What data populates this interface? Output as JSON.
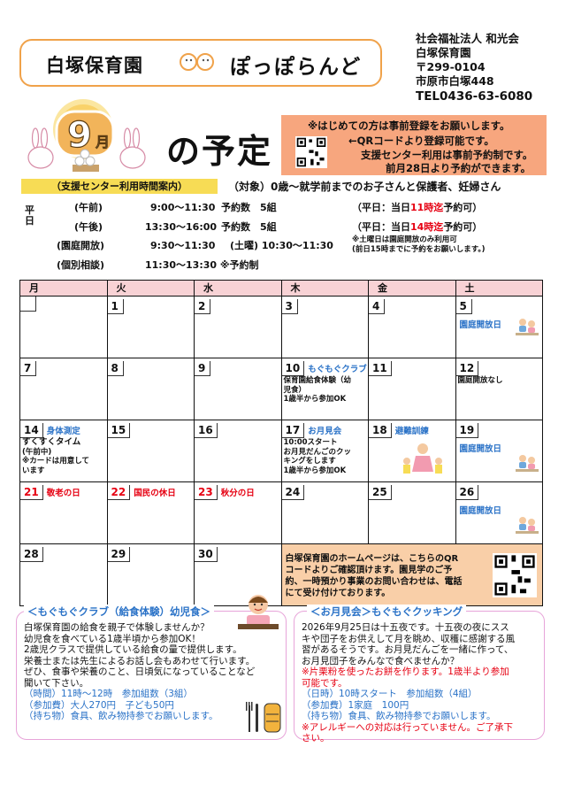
{
  "header": {
    "name": "白塚保育園",
    "brand": "ぽっぽらんど"
  },
  "org": {
    "l1": "社会福祉法人 和光会",
    "l2": "白塚保育園",
    "l3": "〒299-0104",
    "l4": "市原市白塚448",
    "tel": "TEL0436-63-6080"
  },
  "month": {
    "num": "9",
    "unit": "月",
    "title": "の予定"
  },
  "notice": {
    "l1": "※はじめての方は事前登録をお願いします。",
    "l2": "←QRコードより登録可能です。",
    "l3": "支援センター利用は事前予約制です。",
    "l4": "前月28日より予約ができます。"
  },
  "hours": {
    "label": "（支援センター利用時間案内）",
    "target": "（対象）0歳～就学前までのお子さんと保護者、妊婦さん",
    "weekday": "平日",
    "r1": {
      "label": "(午前)",
      "time": "9:00～11:30",
      "count": "予約数　5組",
      "a": "（平日：当日",
      "b": "11時迄",
      "c": "予約可）"
    },
    "r2": {
      "label": "(午後)",
      "time": "13:30～16:00",
      "count": "予約数　5組",
      "a": "（平日：当日",
      "b": "14時迄",
      "c": "予約可）"
    },
    "r3": {
      "label": "(園庭開放)",
      "time": "9:30～11:30",
      "sat": "(土曜) 10:30～11:30",
      "n1": "※土曜日は園庭開放のみ利用可",
      "n2": "(前日15時までに予約をお願いします。)"
    },
    "r4": {
      "label": "(個別相談)",
      "time": "11:30～13:30 ※予約制"
    }
  },
  "calendar": {
    "headers": [
      "月",
      "火",
      "水",
      "木",
      "金",
      "土"
    ],
    "d1": "1",
    "d2": "2",
    "d3": "3",
    "d4": "4",
    "d5": "5",
    "d7": "7",
    "d8": "8",
    "d9": "9",
    "d10": "10",
    "d11": "11",
    "d12": "12",
    "d14": "14",
    "d15": "15",
    "d16": "16",
    "d17": "17",
    "d18": "18",
    "d19": "19",
    "d21": "21",
    "d22": "22",
    "d23": "23",
    "d24": "24",
    "d25": "25",
    "d26": "26",
    "d28": "28",
    "d29": "29",
    "d30": "30",
    "e5": "園庭開放日",
    "e10": "もぐもぐクラブ",
    "n10a": "保育園給食体験（幼",
    "n10b": "児食）",
    "n10c": "1歳半から参加OK",
    "n12": "園庭開放なし",
    "e14": "身体測定",
    "n14a": "すくすくタイム",
    "n14b": "(午前中)",
    "n14c": "※カードは用意して",
    "n14d": "います",
    "e17": "お月見会",
    "n17a": "10:00スタート",
    "n17b": "お月見だんごのクッ",
    "n17c": "キングをします",
    "n17d": "1歳半から参加OK",
    "e18": "避難訓練",
    "e19": "園庭開放日",
    "e21": "敬老の日",
    "e22": "国民の休日",
    "e23": "秋分の日",
    "e26": "園庭開放日",
    "hp1": "白塚保育園のホームページは、こちらのQR",
    "hp2": "コードよりご確認頂けます。園見学のご予",
    "hp3": "約、一時預かり事業のお問い合わせは、電話",
    "hp4": "にて受け付けております。"
  },
  "left_panel": {
    "title": "＜もぐもぐクラブ（給食体験）幼児食＞",
    "l1": "白塚保育園の給食を親子で体験しませんか？",
    "l2": "幼児食を食べている1歳半頃から参加OK！",
    "l3": "2歳児クラスで提供している給食の量で提供します。",
    "l4": "栄養士または先生によるお話し会もあわせて行います。",
    "l5": "ぜひ、食事や栄養のこと、日頃気になっていることなど",
    "l6": "聞いて下さい。",
    "l7": "（時間）11時～12時　参加組数（3組）",
    "l8": "（参加費）大人270円　子ども50円",
    "l9": "（持ち物）食具、飲み物持参でお願いします。"
  },
  "right_panel": {
    "title": "＜お月見会＞もぐもぐクッキング",
    "l1": "2026年9月25日は十五夜です。十五夜の夜にスス",
    "l2": "キや団子をお供えして月を眺め、収穫に感謝する風",
    "l3": "習があるそうです。お月見だんごを一緒に作って、",
    "l4": "お月見団子をみんなで食べませんか？",
    "l5": "※片栗粉を使ったお餅を作ります。1歳半より参加",
    "l6": "可能です。",
    "l7": "（日時）10時スタート　参加組数（4組）",
    "l8": "（参加費）1家庭　100円",
    "l9": "（持ち物）食具、飲み物持参でお願いします。",
    "l10": "※アレルギーへの対応は行っていません。ご了承下",
    "l11": "さい。"
  },
  "colors": {
    "header_border": "#f0a24a",
    "notice_bg": "#f7a67e",
    "hours_label_bg": "#f7dc55",
    "calendar_header_bg": "#f8d2d5",
    "homepage_bg": "#f9cfa8",
    "panel_border": "#e7a4d9",
    "event_blue": "#2a72c7",
    "holiday_red": "#e60012"
  }
}
